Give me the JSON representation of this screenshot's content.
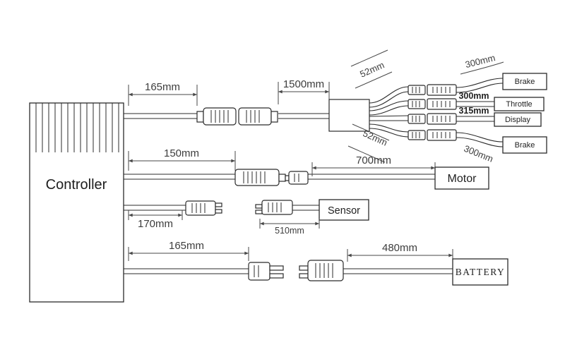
{
  "colors": {
    "ink": "#2b2b2b",
    "dim": "#474747",
    "background": "#ffffff"
  },
  "controller": {
    "label": "Controller"
  },
  "display_cable": {
    "dim_controller_to_connector": "165mm",
    "dim_connector_to_splitter": "1500mm",
    "fan_dim_top": "52mm",
    "fan_dim_bottom": "52mm",
    "branches": [
      {
        "length": "300mm",
        "label": "Brake"
      },
      {
        "length": "300mm",
        "label": "Throttle"
      },
      {
        "length": "315mm",
        "label": "Display"
      },
      {
        "length": "300mm",
        "label": "Brake"
      }
    ]
  },
  "motor_cable": {
    "dim_controller_to_connector": "150mm",
    "dim_connector_to_motor": "700mm",
    "device_label": "Motor"
  },
  "sensor_cable": {
    "dim_controller_to_connector": "170mm",
    "dim_connector_to_sensor": "510mm",
    "device_label": "Sensor"
  },
  "battery_cable": {
    "dim_controller_to_connector": "165mm",
    "dim_connector_to_battery": "480mm",
    "device_label": "BATTERY"
  }
}
